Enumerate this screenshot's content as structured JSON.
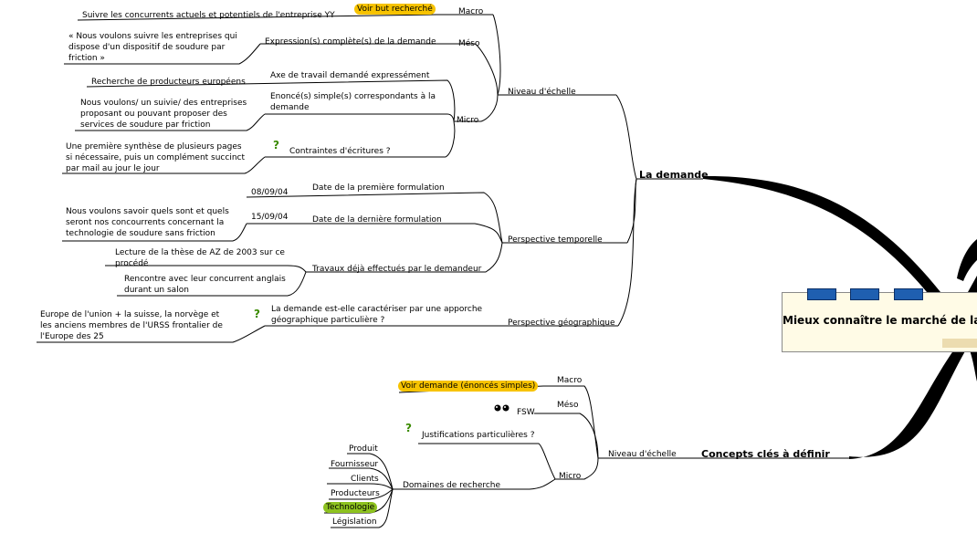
{
  "central": {
    "title": "Mieux connaître le marché de la"
  },
  "branches": {
    "la_demande": "La demande",
    "concepts": "Concepts clés à définir"
  },
  "demande": {
    "niveau": "Niveau d'échelle",
    "macro": "Macro",
    "meso": "Méso",
    "micro": "Micro",
    "voir_but": "Voir but recherché",
    "suivre": "Suivre les concurrents actuels et potentiels de l'entreprise YY",
    "expression": "Expression(s) complète(s) de la demande",
    "quote_1": "« Nous voulons suivre les entreprises  qui",
    "quote_2": "dispose d'un dispositif de soudure par",
    "quote_3": "friction »",
    "axe": "Axe de travail demandé expressément",
    "recherche": "Recherche de producteurs européens",
    "enonce_1": "Enoncé(s) simple(s) correspondants à la",
    "enonce_2": "demande",
    "nous_1": "Nous voulons/ un suivie/ des entreprises",
    "nous_2": "proposant ou pouvant proposer des",
    "nous_3": "services de soudure par    friction",
    "contraintes": "Contraintes d'écritures ?",
    "synth_1": "Une première synthèse de plusieurs pages",
    "synth_2": "si nécessaire, puis un complément succinct",
    "synth_3": "par mail au jour le jour",
    "perspective_temp": "Perspective temporelle",
    "date1": "08/09/04",
    "date_premiere": "Date de la première formulation",
    "date2": "15/09/04",
    "date_derniere": "Date de la dernière formulation",
    "savoir_1": "Nous voulons savoir quels sont et quels",
    "savoir_2": "seront nos concourrents concernant la",
    "savoir_3": "technologie de soudure sans friction",
    "travaux": "Travaux déjà effectués par le demandeur",
    "lecture_1": "Lecture de la thèse de AZ de 2003 sur ce",
    "lecture_2": "procédé",
    "rencontre_1": "Rencontre avec leur concurrent anglais",
    "rencontre_2": "durant un salon",
    "perspective_geo": "Perspective géographique",
    "geo_q_1": "La demande est-elle caractériser par une apporche",
    "geo_q_2": "géographique particulière ?",
    "europe_1": "Europe de l'union + la suisse, la norvège et",
    "europe_2": "les anciens membres de l'URSS frontalier de",
    "europe_3": "l'Europe des 25"
  },
  "concepts": {
    "niveau": "Niveau d'échelle",
    "macro": "Macro",
    "meso": "Méso",
    "micro": "Micro",
    "voir_demande": "Voir demande (énoncés simples)",
    "fsw": "FSW",
    "justifications": "Justifications particulières ?",
    "domaines": "Domaines de recherche",
    "produit": "Produit",
    "fournisseur": "Fournisseur",
    "clients": "Clients",
    "producteurs": "Producteurs",
    "technologie": "Technologie",
    "legislation": "Législation"
  },
  "colors": {
    "highlight_yellow": "#f7c300",
    "highlight_green": "#8dc21f",
    "button_blue": "#1f5fb0"
  }
}
